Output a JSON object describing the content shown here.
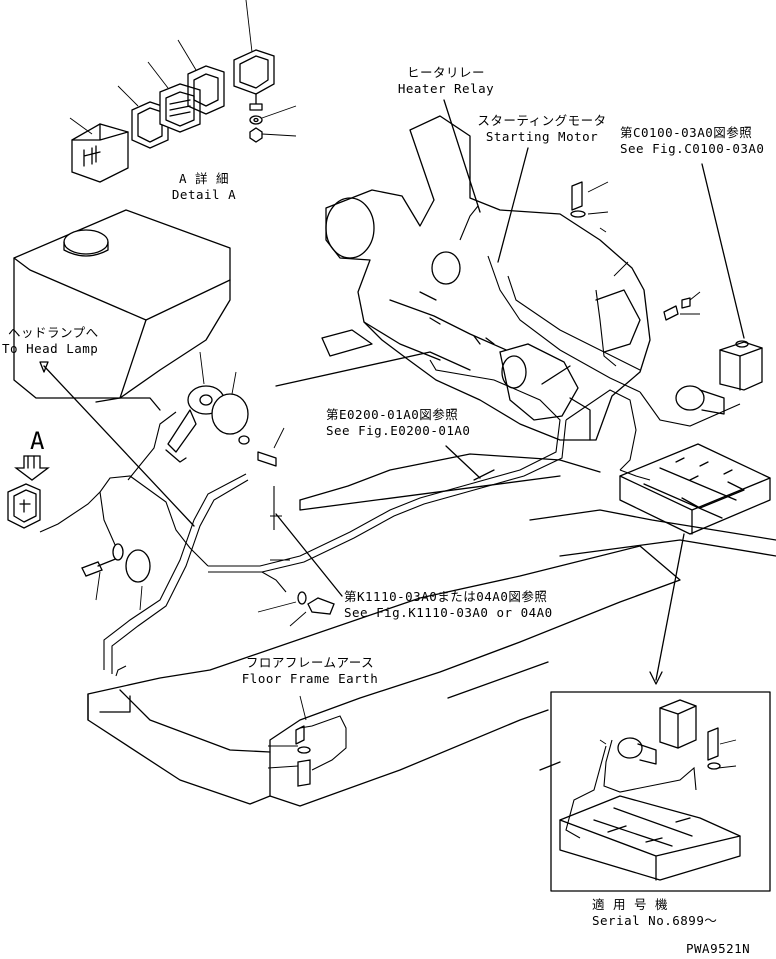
{
  "labels": {
    "detail_a_jp": "A 詳 細",
    "detail_a_en": "Detail A",
    "heater_relay_jp": "ヒータリレー",
    "heater_relay_en": "Heater Relay",
    "starting_motor_jp": "スターティングモータ",
    "starting_motor_en": "Starting Motor",
    "ref_c0100_jp": "第C0100-03A0図参照",
    "ref_c0100_en": "See Fig.C0100-03A0",
    "to_head_lamp_jp": "ヘッドランプへ",
    "to_head_lamp_en": "To Head Lamp",
    "ref_e0200_jp": "第E0200-01A0図参照",
    "ref_e0200_en": "See Fig.E0200-01A0",
    "callout_a": "A",
    "ref_k1110_jp": "第K1110-03A0または04A0図参照",
    "ref_k1110_en": "See Fig.K1110-03A0 or 04A0",
    "floor_earth_jp": "フロアフレームアース",
    "floor_earth_en": "Floor Frame Earth",
    "serial_jp": "適 用 号 機",
    "serial_en": "Serial No.6899～",
    "drawing_no": "PWA9521N"
  }
}
